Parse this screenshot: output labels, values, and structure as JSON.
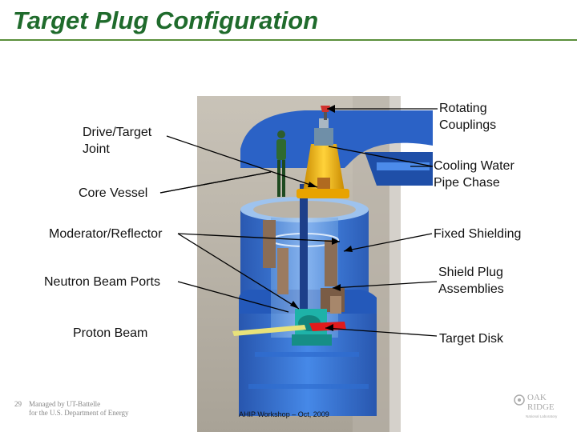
{
  "slide": {
    "title": "Target Plug Configuration",
    "page_number": "29",
    "footer_managed_by": "Managed by UT-Battelle\nfor the U.S. Department of Energy",
    "footer_center": "AHIP Workshop – Oct, 2009"
  },
  "labels": {
    "drive_target_joint": "Drive/Target\nJoint",
    "core_vessel": "Core Vessel",
    "moderator_reflector": "Moderator/Reflector",
    "neutron_beam_ports": "Neutron Beam Ports",
    "proton_beam": "Proton Beam",
    "rotating_couplings": "Rotating\nCouplings",
    "cooling_water_pipe_chase": "Cooling Water\nPipe Chase",
    "fixed_shielding": "Fixed Shielding",
    "shield_plug_assemblies": "Shield Plug\nAssemblies",
    "target_disk": "Target Disk"
  },
  "logo": {
    "line1": "OAK",
    "line2": "RIDGE",
    "line3": "National Laboratory"
  },
  "colors": {
    "title": "#1f6b2c",
    "vessel_blue": "#2a6fd6",
    "target_yellow": "#f2b705",
    "target_disk_red": "#e01b1b",
    "beam_yellow": "#e8e27a"
  }
}
